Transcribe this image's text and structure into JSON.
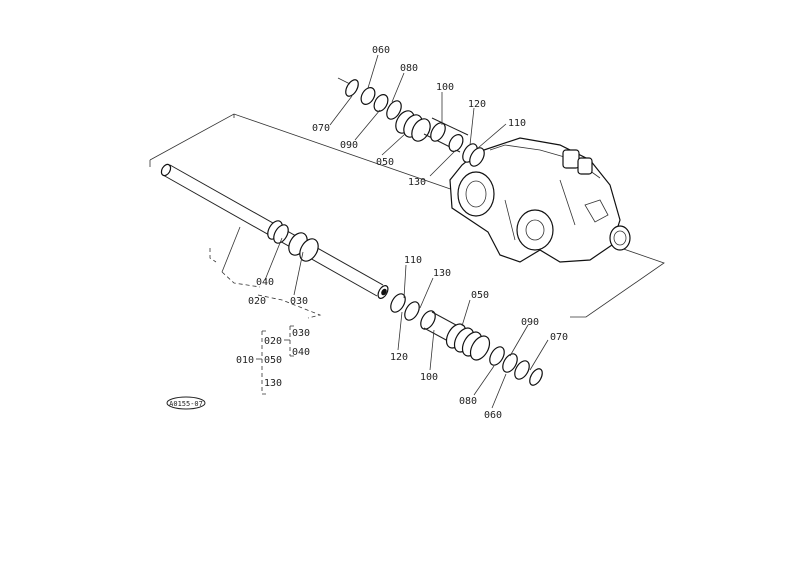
{
  "callouts": {
    "top_060": "060",
    "top_080": "080",
    "top_070": "070",
    "top_090": "090",
    "top_050": "050",
    "top_100": "100",
    "top_120": "120",
    "top_110": "110",
    "top_130": "130",
    "mid_040": "040",
    "mid_020": "020",
    "mid_030": "030",
    "bot_110": "110",
    "bot_130": "130",
    "bot_050": "050",
    "bot_090": "090",
    "bot_070": "070",
    "bot_120": "120",
    "bot_100": "100",
    "bot_080": "080",
    "bot_060": "060"
  },
  "assembly_tree": {
    "root": "010",
    "child_020": "020",
    "child_050": "050",
    "child_130": "130",
    "sub_030": "030",
    "sub_040": "040"
  },
  "drawing_code": "A0155-07"
}
